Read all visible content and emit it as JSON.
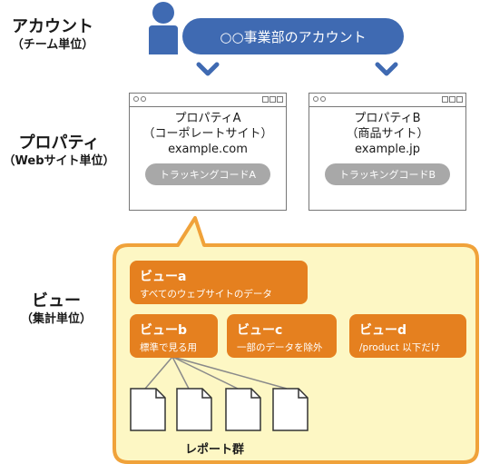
{
  "levels": {
    "account": {
      "main": "アカウント",
      "sub": "（チーム単位）"
    },
    "property": {
      "main": "プロパティ",
      "sub": "（Webサイト単位）"
    },
    "view": {
      "main": "ビュー",
      "sub": "（集計単位）"
    }
  },
  "account_label": "○○事業部のアカウント",
  "properties": [
    {
      "name": "プロパティA",
      "kind": "（コーポレートサイト）",
      "domain": "example.com",
      "tracking_code": "トラッキングコードA"
    },
    {
      "name": "プロパティB",
      "kind": "（商品サイト）",
      "domain": "example.jp",
      "tracking_code": "トラッキングコードB"
    }
  ],
  "views": [
    {
      "title": "ビューa",
      "desc": "すべてのウェブサイトのデータ"
    },
    {
      "title": "ビューb",
      "desc": "標準で見る用"
    },
    {
      "title": "ビューc",
      "desc": "一部のデータを除外"
    },
    {
      "title": "ビューd",
      "desc": "/product 以下だけ"
    }
  ],
  "report_group_label": "レポート群",
  "colors": {
    "account_blue": "#3f6ab2",
    "view_orange": "#e5801f",
    "panel_fill": "#fdf7c4",
    "panel_border": "#f0a23a",
    "tracking_gray": "#a8a8a8"
  }
}
